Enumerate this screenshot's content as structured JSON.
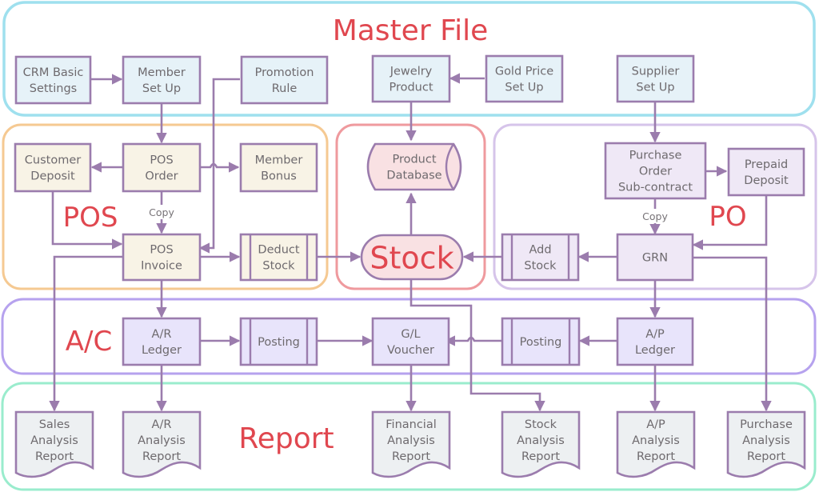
{
  "colors": {
    "edge": "#9b7cad",
    "title": "#e0474f",
    "master_border": "#9fe0ee",
    "pos_border": "#f5c992",
    "stock_border": "#ef9a9e",
    "po_border": "#d6c4ea",
    "ac_border": "#b6a2ee",
    "report_border": "#9aeccd",
    "fill_master": "#e6f2f8",
    "fill_pos": "#f8f3e6",
    "fill_stock": "#f9e1e3",
    "fill_po": "#efe8f6",
    "fill_ac": "#e8e4fb",
    "fill_report": "#edf0f2"
  },
  "sections": {
    "master": "Master File",
    "pos": "POS",
    "stock": "Stock",
    "po": "PO",
    "ac": "A/C",
    "report": "Report"
  },
  "nodes": {
    "crm": [
      "CRM Basic",
      "Settings"
    ],
    "member_setup": [
      "Member",
      "Set Up"
    ],
    "promotion": [
      "Promotion",
      "Rule"
    ],
    "jewelry": [
      "Jewelry",
      "Product"
    ],
    "gold": [
      "Gold Price",
      "Set Up"
    ],
    "supplier": [
      "Supplier",
      "Set Up"
    ],
    "cust_deposit": [
      "Customer",
      "Deposit"
    ],
    "pos_order": [
      "POS",
      "Order"
    ],
    "member_bonus": [
      "Member",
      "Bonus"
    ],
    "pos_invoice": [
      "POS",
      "Invoice"
    ],
    "deduct_stock": [
      "Deduct",
      "Stock"
    ],
    "product_db": [
      "Product",
      "Database"
    ],
    "purchase_order": [
      "Purchase",
      "Order",
      "Sub-contract"
    ],
    "prepaid": [
      "Prepaid",
      "Deposit"
    ],
    "add_stock": [
      "Add",
      "Stock"
    ],
    "grn": [
      "GRN"
    ],
    "ar_ledger": [
      "A/R",
      "Ledger"
    ],
    "posting_ar": [
      "Posting"
    ],
    "gl_voucher": [
      "G/L",
      "Voucher"
    ],
    "posting_ap": [
      "Posting"
    ],
    "ap_ledger": [
      "A/P",
      "Ledger"
    ],
    "rep_sales": [
      "Sales",
      "Analysis",
      "Report"
    ],
    "rep_ar": [
      "A/R",
      "Analysis",
      "Report"
    ],
    "rep_fin": [
      "Financial",
      "Analysis",
      "Report"
    ],
    "rep_stock": [
      "Stock",
      "Analysis",
      "Report"
    ],
    "rep_ap": [
      "A/P",
      "Analysis",
      "Report"
    ],
    "rep_purchase": [
      "Purchase",
      "Analysis",
      "Report"
    ]
  },
  "edge_labels": {
    "pos_copy": "Copy",
    "po_copy": "Copy"
  }
}
